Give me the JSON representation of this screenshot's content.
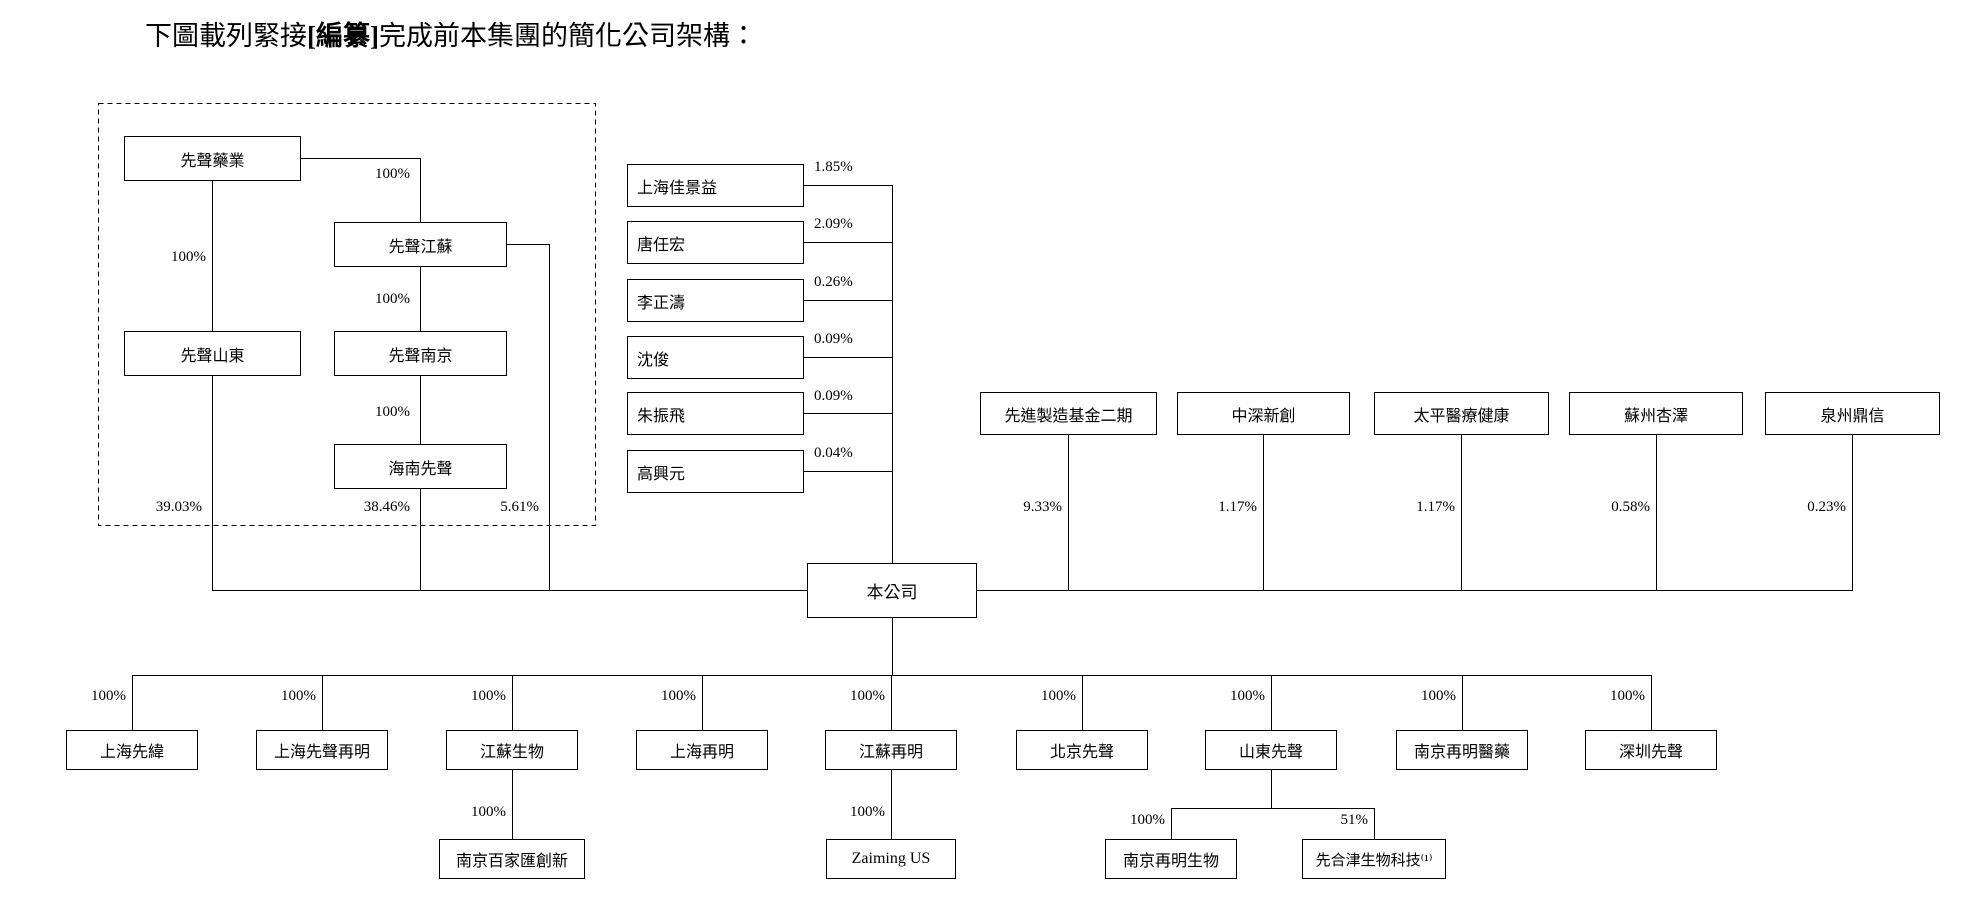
{
  "title": {
    "pre": "下圖載列緊接",
    "bracket": "[編纂]",
    "post": "完成前本集團的簡化公司架構："
  },
  "nodes": {
    "xs_pharma": "先聲藥業",
    "xs_jiangsu": "先聲江蘇",
    "xs_shandong": "先聲山東",
    "xs_nanjing": "先聲南京",
    "hainan_xs": "海南先聲",
    "shanghai_jiajingyi": "上海佳景益",
    "tang_renhong": "唐任宏",
    "li_zhengtao": "李正濤",
    "shen_jun": "沈俊",
    "zhu_zhenfei": "朱振飛",
    "gao_xingyuan": "高興元",
    "adv_mfg_fund2": "先進製造基金二期",
    "zhongshen_xinchuang": "中深新創",
    "taiping_medical": "太平醫療健康",
    "suzhou_xingze": "蘇州杏澤",
    "quanzhou_dingxin": "泉州鼎信",
    "company": "本公司",
    "shanghai_xianwei": "上海先緯",
    "shanghai_xs_zaiming": "上海先聲再明",
    "jiangsu_bio": "江蘇生物",
    "shanghai_zaiming": "上海再明",
    "jiangsu_zaiming": "江蘇再明",
    "beijing_xs": "北京先聲",
    "shandong_xs": "山東先聲",
    "nanjing_zaiming_pharma": "南京再明醫藥",
    "shenzhen_xs": "深圳先聲",
    "nanjing_baijiahui": "南京百家匯創新",
    "zaiming_us": "Zaiming US",
    "nanjing_zaiming_bio": "南京再明生物",
    "xianhejin_bio": "先合津生物科技⁽¹⁾"
  },
  "percentages": {
    "p_pharma_jiangsu": "100%",
    "p_pharma_shandong": "100%",
    "p_jiangsu_nanjing": "100%",
    "p_nanjing_hainan": "100%",
    "p_shandong_stake": "39.03%",
    "p_hainan_stake": "38.46%",
    "p_jiangsu_stake": "5.61%",
    "p_jiajingyi": "1.85%",
    "p_tang": "2.09%",
    "p_li": "0.26%",
    "p_shen": "0.09%",
    "p_zhu": "0.09%",
    "p_gao": "0.04%",
    "p_fund": "9.33%",
    "p_zhongshen": "1.17%",
    "p_taiping": "1.17%",
    "p_xingze": "0.58%",
    "p_dingxin": "0.23%",
    "p_sub1": "100%",
    "p_sub2": "100%",
    "p_sub3": "100%",
    "p_sub4": "100%",
    "p_sub5": "100%",
    "p_sub6": "100%",
    "p_sub7": "100%",
    "p_sub8": "100%",
    "p_sub9": "100%",
    "p_baijiahui": "100%",
    "p_zaiming_us": "100%",
    "p_nj_zaiming_bio": "100%",
    "p_xianhejin": "51%"
  }
}
